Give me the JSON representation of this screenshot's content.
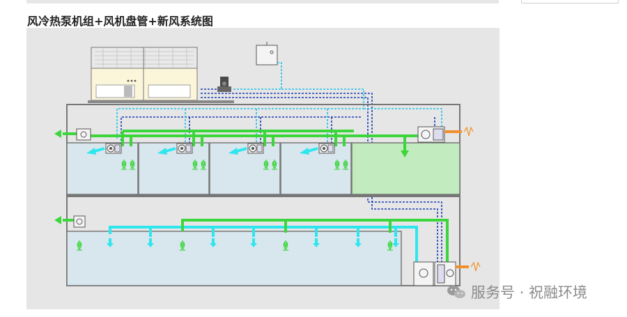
{
  "page": {
    "title": "风冷热泵机组+风机盘管+新风系统图"
  },
  "diagram": {
    "components": [
      "air-cooled-heat-pump-unit",
      "circulation-pump",
      "expansion-tank",
      "fan-coil-unit",
      "fresh-air-unit",
      "exhaust-fan"
    ],
    "colors": {
      "background": "#e6e6e6",
      "room_fill": "#d8e6ee",
      "room_highlight": "#c2ebbf",
      "wall": "#777777",
      "fresh_air_duct": "#3cd63c",
      "supply_air_duct": "#2ee6ee",
      "chilled_water_supply": "#1a3cb4",
      "chilled_water_return": "#20c0e8",
      "outdoor_air": "#f0902a"
    }
  },
  "watermark": {
    "text": "服务号 · 祝融环境",
    "icon": "wechat-icon"
  }
}
